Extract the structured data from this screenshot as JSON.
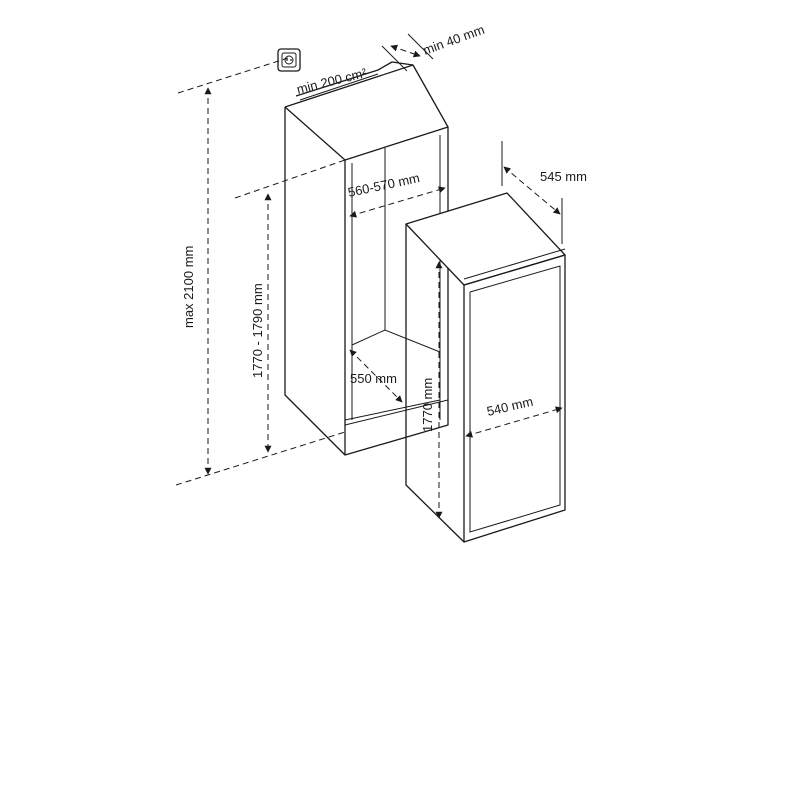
{
  "diagram": {
    "labels": {
      "vent_area": "min 200 cm²",
      "top_gap": "min 40 mm",
      "max_height": "max 2100 mm",
      "niche_width": "560-570 mm",
      "niche_height": "1770 - 1790 mm",
      "niche_depth": "550 mm",
      "appliance_depth": "545 mm",
      "appliance_height": "1770 mm",
      "appliance_width": "540 mm"
    },
    "icons": {
      "socket": "power-socket-icon"
    },
    "colors": {
      "line": "#1a1a1a",
      "background": "#ffffff"
    }
  }
}
